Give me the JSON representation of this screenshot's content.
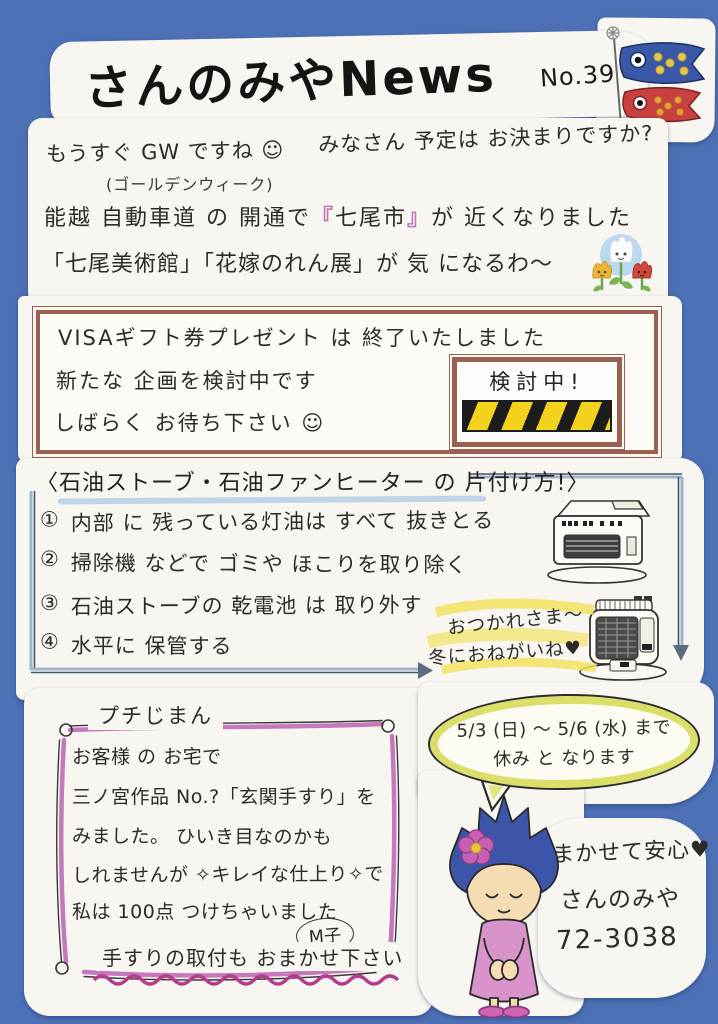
{
  "colors": {
    "background": "#4d70b6",
    "paper": "#f8f6f1",
    "ink": "#2d2b28",
    "visa_border_brown": "#9b6150",
    "hazard_yellow": "#f2d21d",
    "guide_underline_blue": "#aac8e6",
    "petit_frame_pink": "#c678bd",
    "wavy_underline_pink": "#b43e8e",
    "highlight_yellow": "#f2e362",
    "bubble_green": "#d9df69",
    "mascot_hair_blue": "#3c55a9",
    "mascot_dress_pink": "#d793ca"
  },
  "header": {
    "title": "さんのみやNews",
    "issue_no": "No.39"
  },
  "intro": {
    "line1_left": "もうすぐ GW ですね ☺",
    "line1_right": "みなさん 予定は お決まりですか?",
    "line2": "(ゴールデンウィーク)",
    "line3_pre": "能越 自動車道 の 開通で",
    "line3_bracket_open": "『",
    "line3_place": "七尾市",
    "line3_bracket_close": "』",
    "line3_post": "が 近くなりました",
    "line4": "「七尾美術館」「花嫁のれん展」が 気 になるわ〜"
  },
  "visa_box": {
    "line1": "VISAギフト券プレゼント は 終了いたしました",
    "line2": "新たな 企画を検討中です",
    "line3": "しばらく お待ち下さい ☺",
    "sign_label": "検討中!"
  },
  "stove_section": {
    "title": "〈石油ストーブ・石油ファンヒーター の 片付け方!〉",
    "items": [
      {
        "num": "①",
        "text": "内部 に 残っている灯油は すべて 抜きとる"
      },
      {
        "num": "②",
        "text": "掃除機 などで ゴミや ほこりを取り除く"
      },
      {
        "num": "③",
        "text": "石油ストーブの 乾電池 は 取り外す"
      },
      {
        "num": "④",
        "text": "水平に 保管する"
      }
    ],
    "note_line1": "おつかれさま〜",
    "note_line2": "冬におねがいね♥"
  },
  "petit_box": {
    "title": "プチじまん",
    "lines": [
      "お客様 の お宅で",
      "三ノ宮作品 No.?「玄関手すり」を",
      "みました。 ひいき目なのかも",
      "しれませんが ✧キレイな仕上り✧で",
      "私は 100点 つけちゃいました"
    ],
    "signature": "M子",
    "footer": "手すりの取付も おまかせ下さい"
  },
  "holiday_bubble": {
    "line1": "5/3 (日) 〜 5/6 (水) まで",
    "line2": "休み と なります"
  },
  "contact": {
    "slogan": "まかせて安心♥",
    "store_name": "さんのみや",
    "phone": "72-3038"
  },
  "icons": {
    "koinobori": "carp-streamer-icon",
    "tulips": "tulip-trio-icon",
    "barricade": "construction-barrier-icon",
    "fan_heater": "fan-heater-icon",
    "oil_stove": "oil-stove-icon",
    "mascot": "bowing-girl-icon"
  }
}
